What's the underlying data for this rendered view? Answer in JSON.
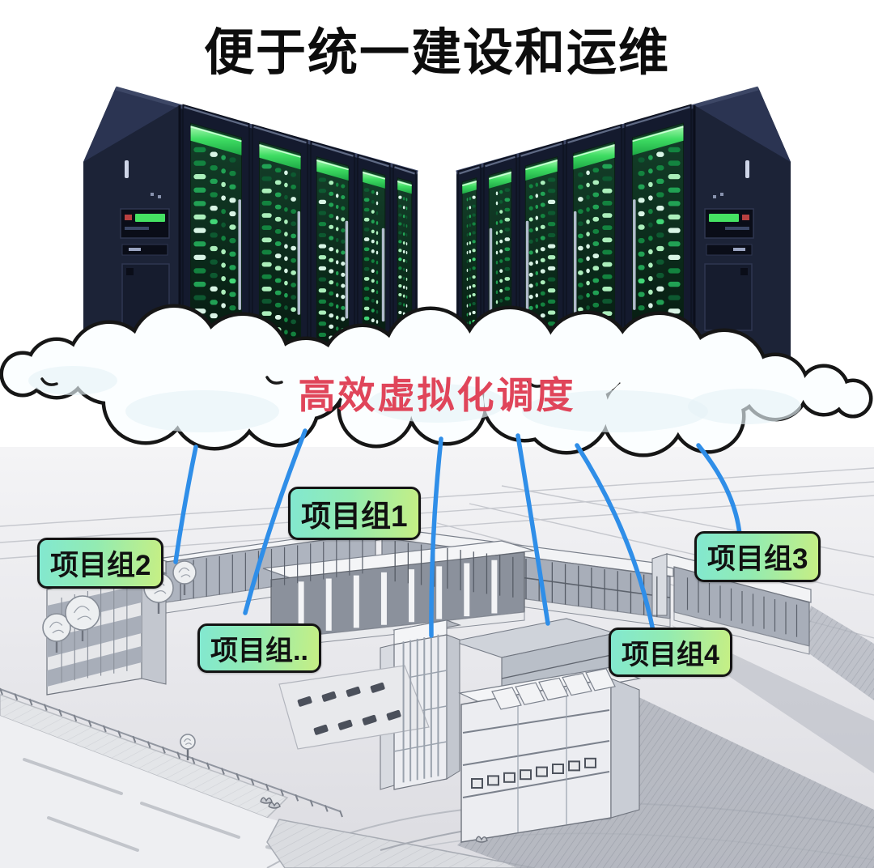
{
  "title": "便于统一建设和运维",
  "cloud": {
    "caption": "高效虚拟化调度",
    "caption_color": "#e0455a"
  },
  "labels": {
    "group1": "项目组1",
    "group2": "项目组2",
    "group3": "项目组3",
    "group_more": "项目组..",
    "group4": "项目组4"
  },
  "colors": {
    "title_black": "#0d0d0d",
    "caption_red": "#e0455a",
    "connector_blue": "#2f8ee8",
    "label_gradient": [
      "#82e8d0",
      "#92ebb2",
      "#c6ef84"
    ],
    "label_border": "#141414",
    "cloud_outline": "#161616",
    "cloud_fill": "#fbfeff",
    "rack_body_dark": "#131a2c",
    "rack_led_green": "#46e07c",
    "rack_header_green": "#2fd457",
    "sketch_gray": "#9aa0ab"
  },
  "illustrations": {
    "server_racks_left": "server-rack-row-on-cloud",
    "server_racks_right": "server-rack-row-on-cloud-mirrored",
    "cloud_band": "cartoon-cloud-band",
    "connectors": "six-blue-curves-cloud-to-buildings",
    "campus": "pencil-sketch-campus-buildings"
  }
}
